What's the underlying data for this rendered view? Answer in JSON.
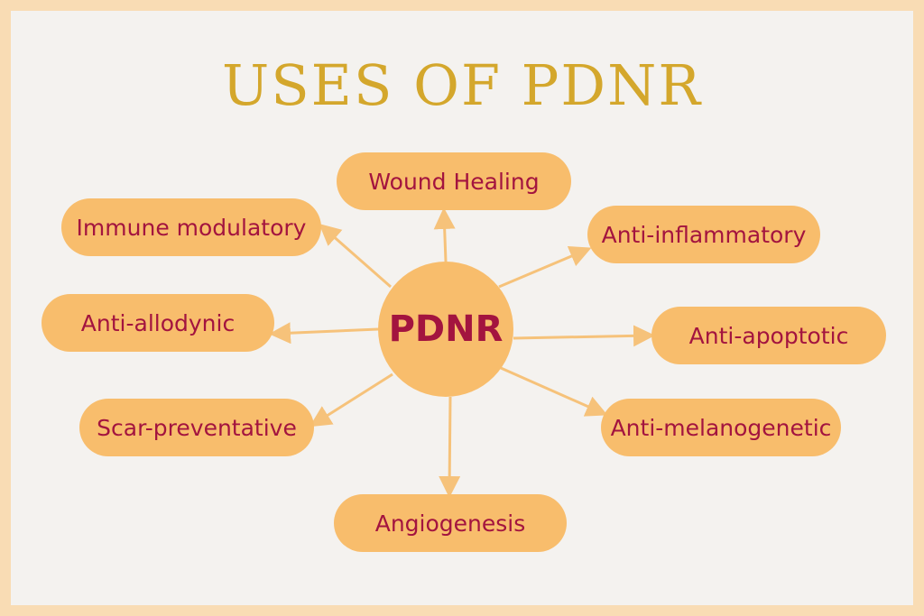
{
  "title": "USES OF PDNR",
  "center": "PDNR",
  "uses": [
    "Wound Healing",
    "Immune modulatory",
    "Anti-inflammatory",
    "Anti-allodynic",
    "Anti-apoptotic",
    "Scar-preventative",
    "Anti-melanogenetic",
    "Angiogenesis"
  ],
  "colors": {
    "node": "#f8bd6c",
    "text": "#a3143f",
    "title": "#d4a72c",
    "arrow": "#f6c27a"
  }
}
